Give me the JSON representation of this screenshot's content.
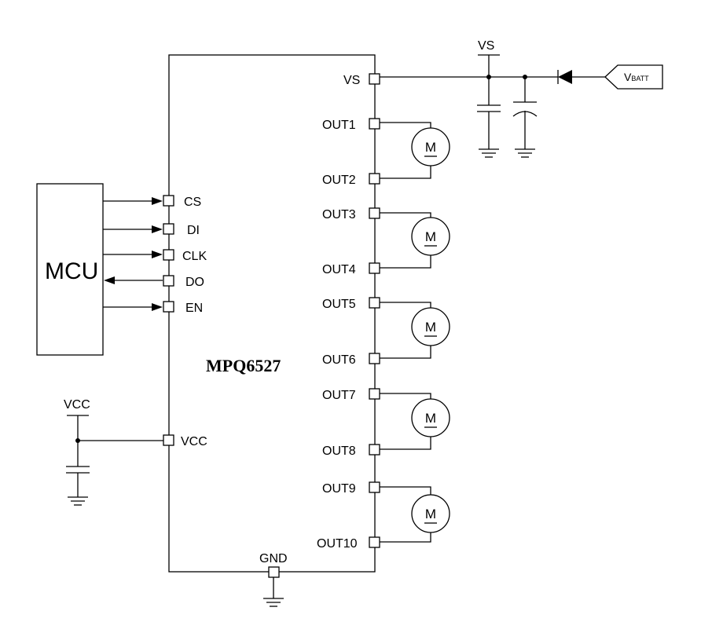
{
  "chip": {
    "name": "MPQ6527"
  },
  "mcu": {
    "name": "MCU"
  },
  "mcu_pins": [
    {
      "label": "CS",
      "direction": "in"
    },
    {
      "label": "DI",
      "direction": "in"
    },
    {
      "label": "CLK",
      "direction": "in"
    },
    {
      "label": "DO",
      "direction": "out"
    },
    {
      "label": "EN",
      "direction": "in"
    }
  ],
  "vcc": {
    "pin_label": "VCC",
    "rail_label": "VCC"
  },
  "supply": {
    "pin_label": "VS",
    "rail_label": "VS",
    "battery_main": "V",
    "battery_sub": "BATT"
  },
  "gnd": {
    "pin_label": "GND"
  },
  "outputs": [
    "OUT1",
    "OUT2",
    "OUT3",
    "OUT4",
    "OUT5",
    "OUT6",
    "OUT7",
    "OUT8",
    "OUT9",
    "OUT10"
  ],
  "motor_label": "M",
  "motor_count": 5
}
